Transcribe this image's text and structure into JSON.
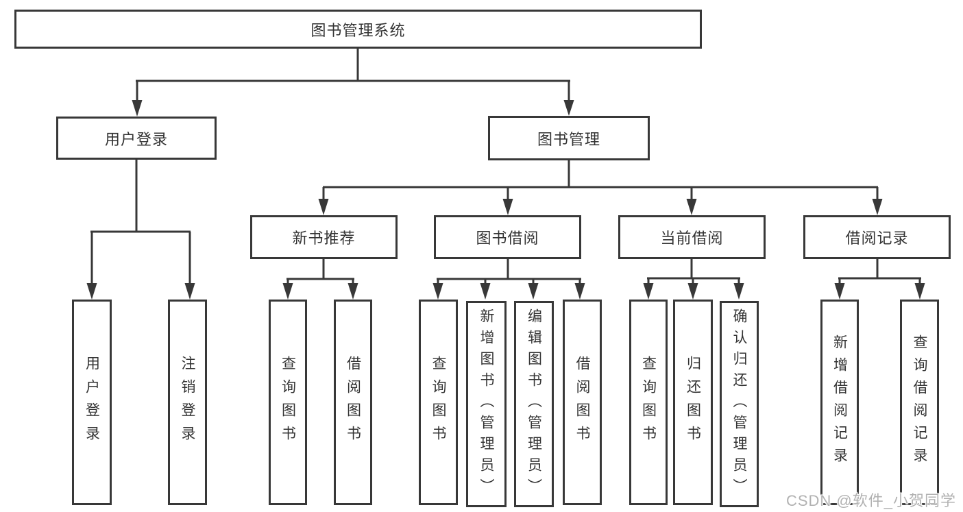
{
  "diagram_title": "图书管理系统",
  "watermark": "CSDN @软件_小贺同学",
  "colors": {
    "line": "#383838",
    "box_border": "#383838",
    "text": "#333333",
    "watermark": "#b2b2b2",
    "background": "#ffffff"
  },
  "tree": {
    "label": "图书管理系统",
    "children": [
      {
        "label": "用户登录",
        "children": [
          {
            "label": "用户登录"
          },
          {
            "label": "注销登录"
          }
        ]
      },
      {
        "label": "图书管理",
        "children": [
          {
            "label": "新书推荐",
            "children": [
              {
                "label": "查询图书"
              },
              {
                "label": "借阅图书"
              }
            ]
          },
          {
            "label": "图书借阅",
            "children": [
              {
                "label": "查询图书"
              },
              {
                "label": "新增图书（管理员）"
              },
              {
                "label": "编辑图书（管理员）"
              },
              {
                "label": "借阅图书"
              }
            ]
          },
          {
            "label": "当前借阅",
            "children": [
              {
                "label": "查询图书"
              },
              {
                "label": "归还图书"
              },
              {
                "label": "确认归还（管理员）"
              }
            ]
          },
          {
            "label": "借阅记录",
            "children": [
              {
                "label": "新增借阅记录"
              },
              {
                "label": "查询借阅记录"
              }
            ]
          }
        ]
      }
    ]
  }
}
